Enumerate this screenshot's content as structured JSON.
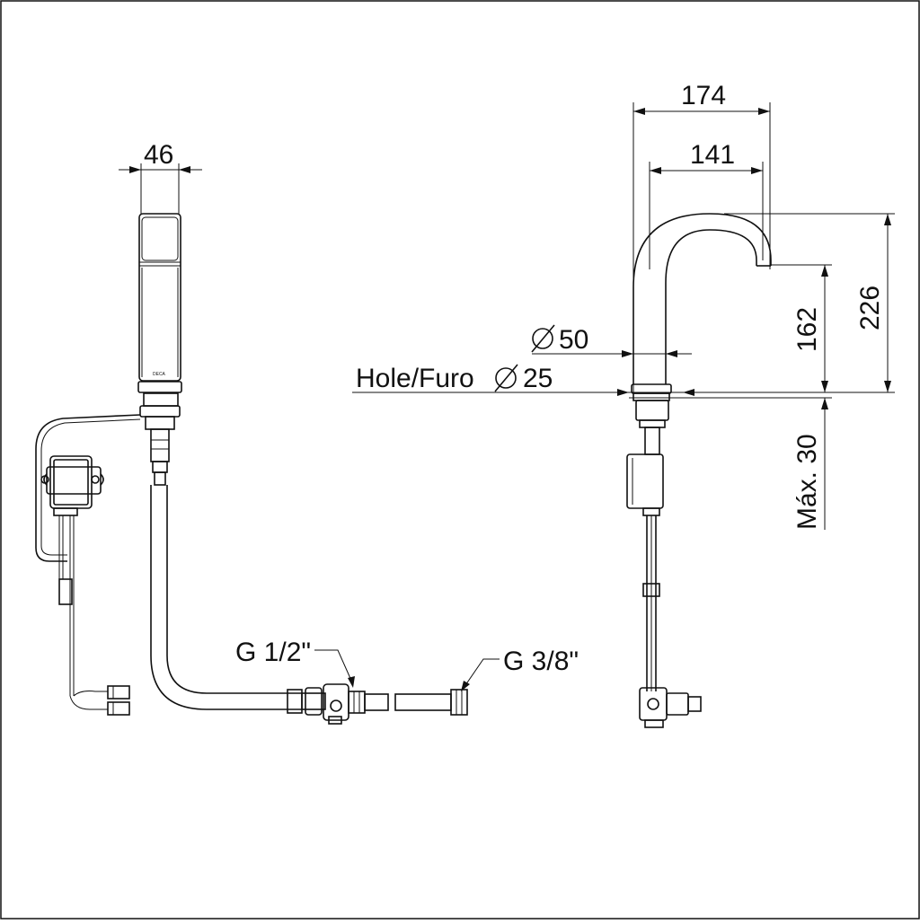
{
  "drawing": {
    "dimensions": {
      "width_46": "46",
      "reach_174": "174",
      "reach_141": "141",
      "height_162": "162",
      "height_226": "226",
      "max_30": "Máx. 30"
    },
    "labels": {
      "diameter_50": "50",
      "hole_label": "Hole/Furo",
      "hole_value": "25",
      "thread_half": "G 1/2\"",
      "thread_three_eighths": "G 3/8\""
    },
    "brand_mark": "DECA"
  }
}
